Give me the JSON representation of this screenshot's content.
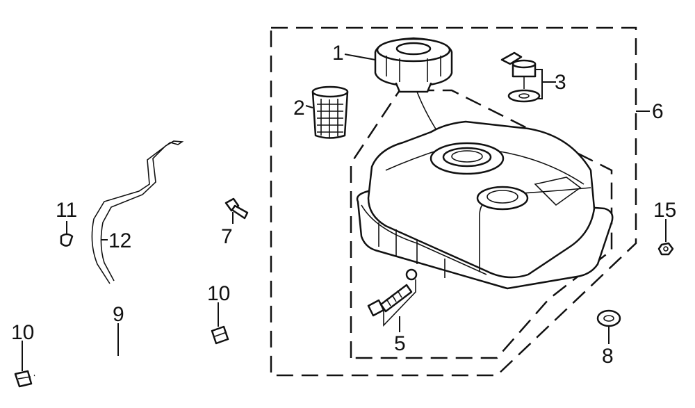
{
  "callouts": {
    "c1": "1",
    "c2": "2",
    "c3": "3",
    "c5": "5",
    "c6": "6",
    "c7": "7",
    "c8": "8",
    "c9": "9",
    "c10a": "10",
    "c10b": "10",
    "c11": "11",
    "c12": "12",
    "c15": "15"
  }
}
